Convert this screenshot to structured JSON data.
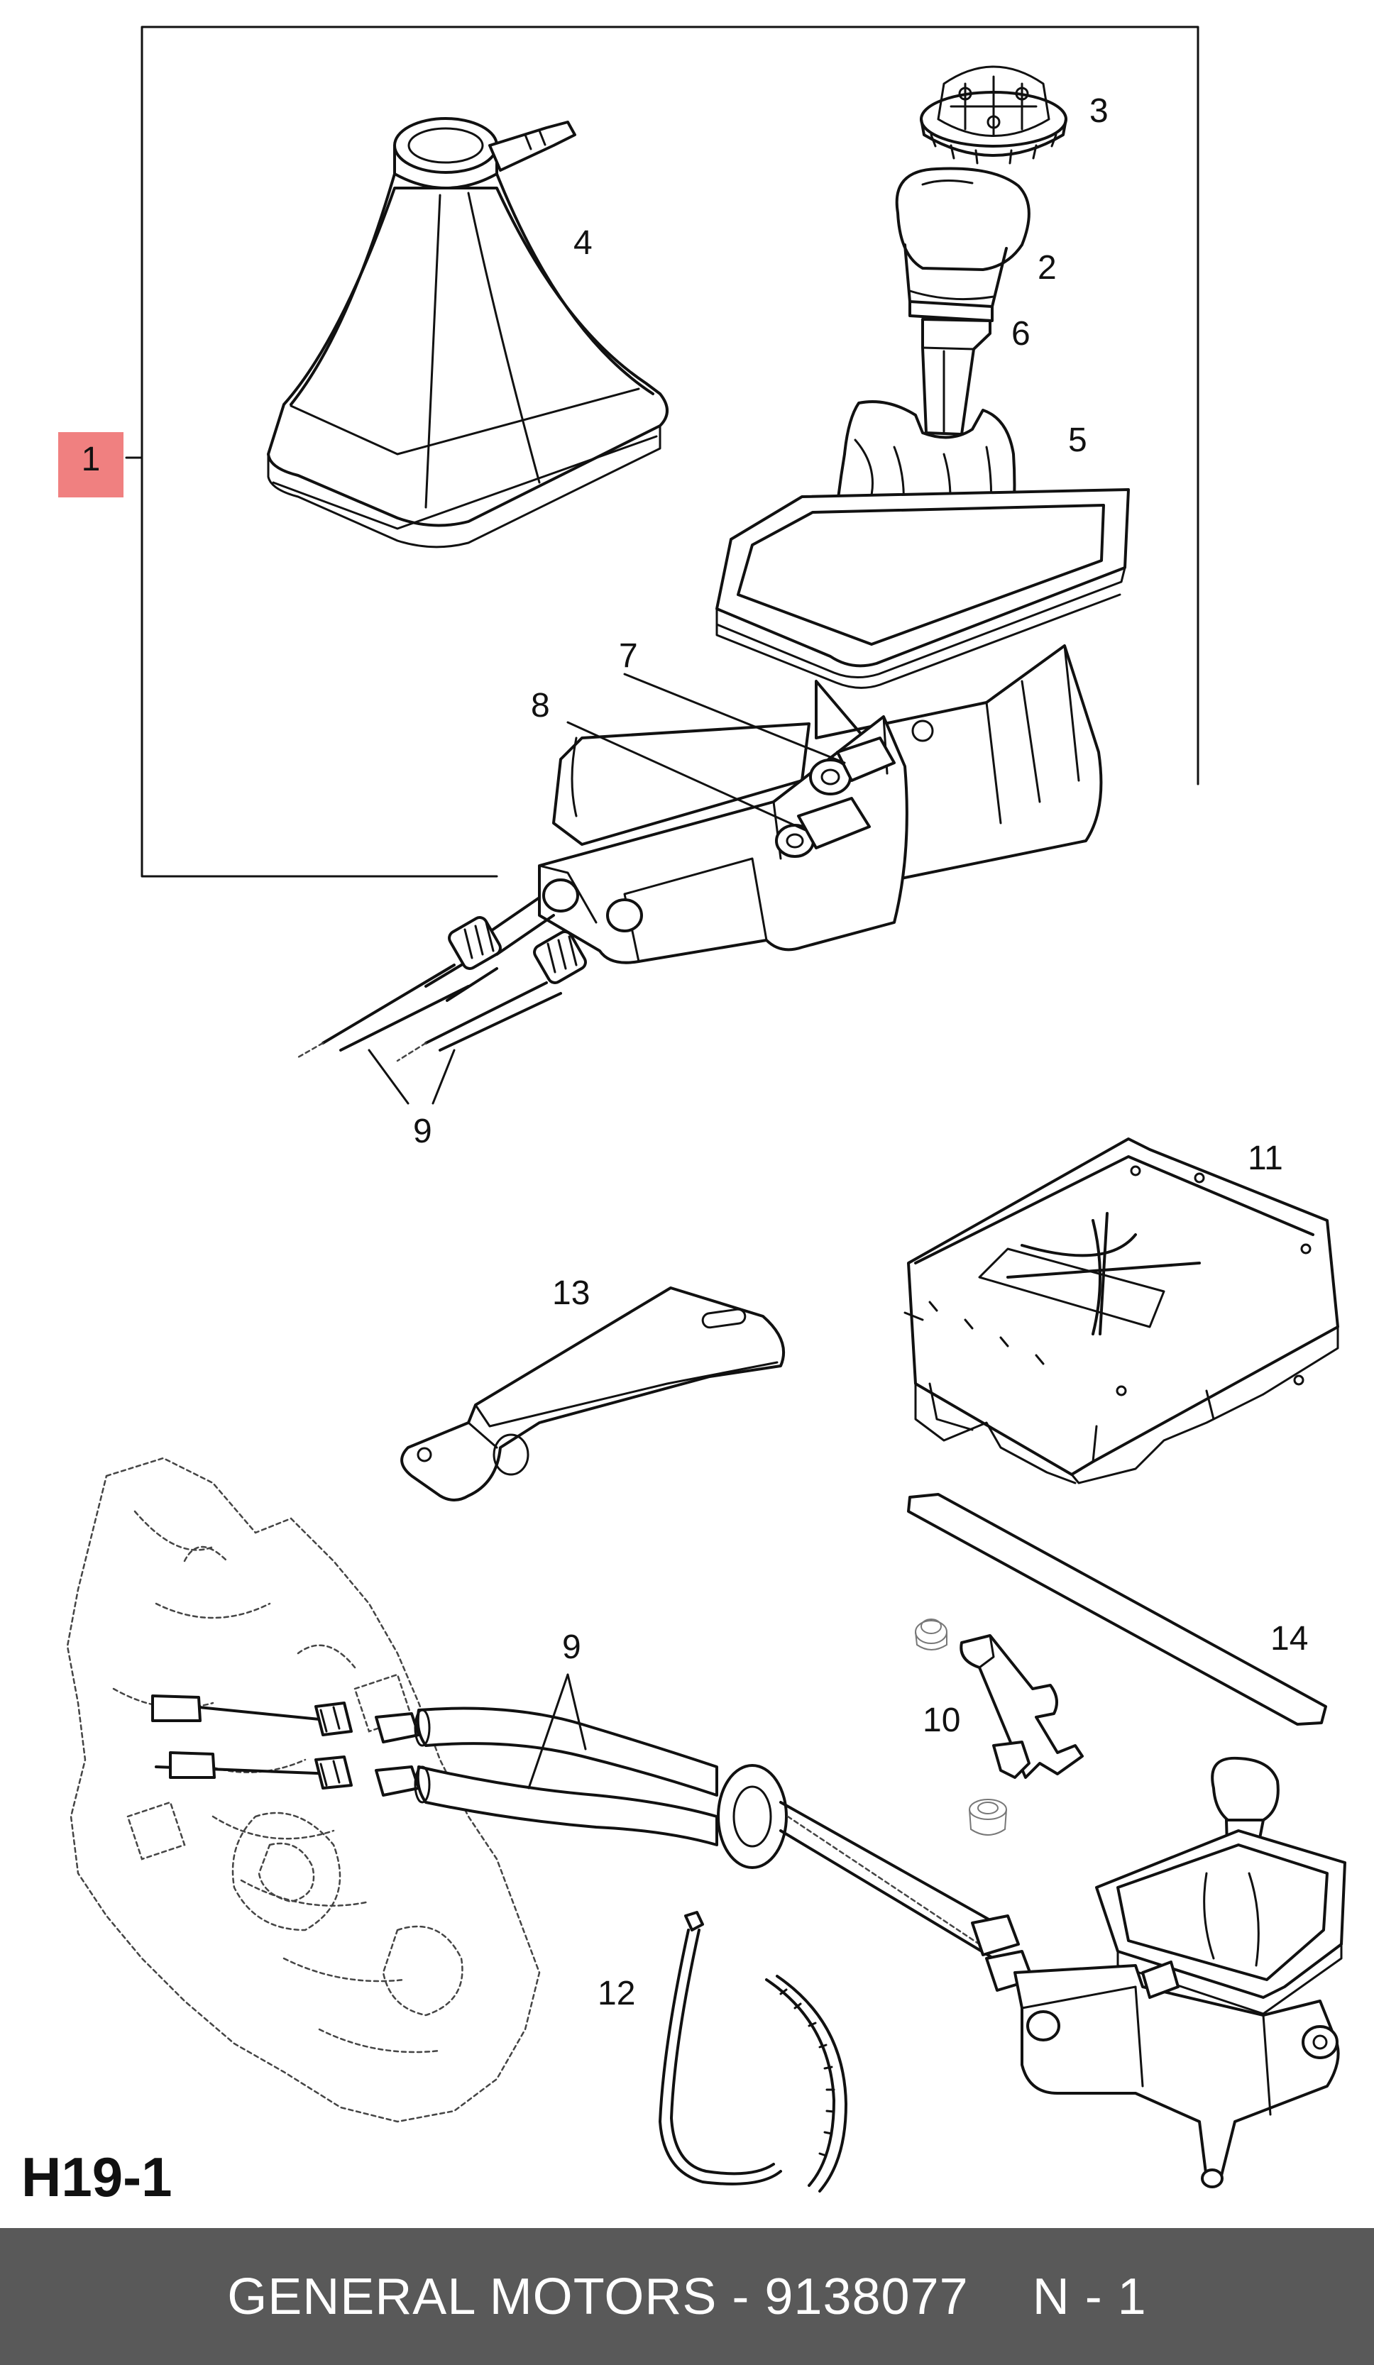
{
  "diagram": {
    "sheet_code": "H19-1",
    "group_label": "1",
    "callouts": {
      "c2": "2",
      "c3": "3",
      "c4": "4",
      "c5": "5",
      "c6": "6",
      "c7": "7",
      "c8": "8",
      "c9_top": "9",
      "c9_bottom": "9",
      "c10": "10",
      "c11": "11",
      "c12": "12",
      "c13": "13",
      "c14": "14"
    },
    "colors": {
      "group_marker": "#f08080",
      "footer_bar": "#595959",
      "ink": "#111111"
    }
  },
  "footer": {
    "part_text": "GENERAL MOTORS - 9138077",
    "quantity_text": "N - 1"
  }
}
